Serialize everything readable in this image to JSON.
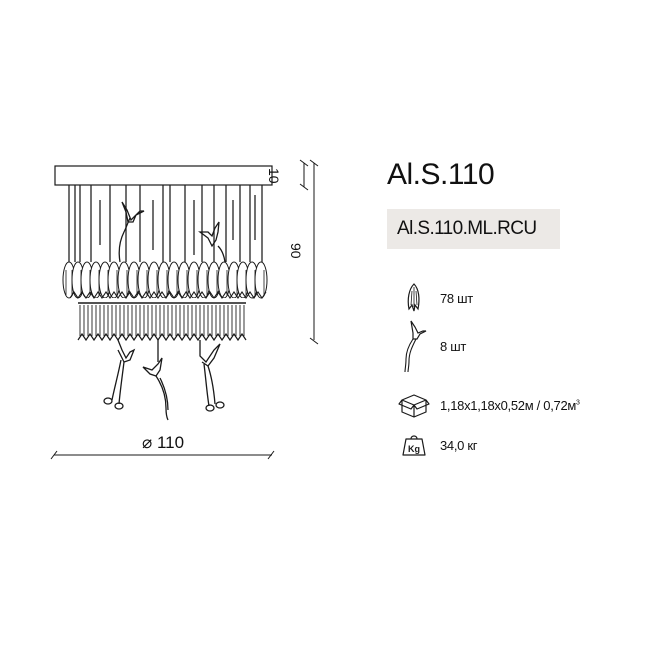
{
  "product": {
    "title": "Al.S.110",
    "code": "Al.S.110.ML.RCU"
  },
  "drawing": {
    "dimensions": {
      "canopy_height": "10",
      "total_height": "90",
      "diameter_symbol": "⌀",
      "diameter": "110"
    },
    "colors": {
      "line": "#1a1a1a",
      "canopy_fill": "#ffffff"
    }
  },
  "specs": [
    {
      "icon": "leaf-crystal-icon",
      "label": "78 шт"
    },
    {
      "icon": "hummingbird-icon",
      "label": "8 шт"
    },
    {
      "icon": "package-box-icon",
      "label": "1,18x1,18x0,52м / 0,72м",
      "superscript": "3"
    },
    {
      "icon": "weight-kg-icon",
      "label": "34,0 кг",
      "icon_text": "Kg"
    }
  ],
  "colors": {
    "code_box_bg": "#ece9e6",
    "text": "#111111"
  }
}
